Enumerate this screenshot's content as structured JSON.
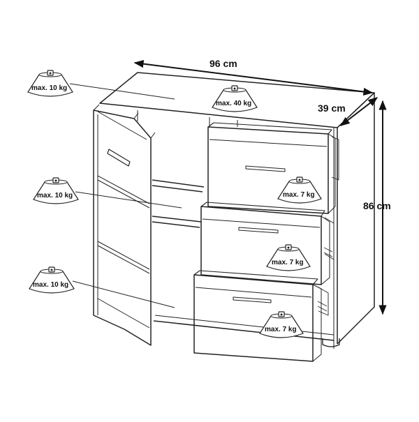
{
  "dimensions": {
    "width": "96 cm",
    "depth": "39 cm",
    "height": "86 cm"
  },
  "load_labels": {
    "shelf_top": "max. 10 kg",
    "shelf_middle": "max. 10 kg",
    "shelf_bottom": "max. 10 kg",
    "top_surface": "max. 40 kg",
    "drawer_top": "max. 7 kg",
    "drawer_middle": "max. 7 kg",
    "drawer_bottom": "max. 7 kg"
  }
}
